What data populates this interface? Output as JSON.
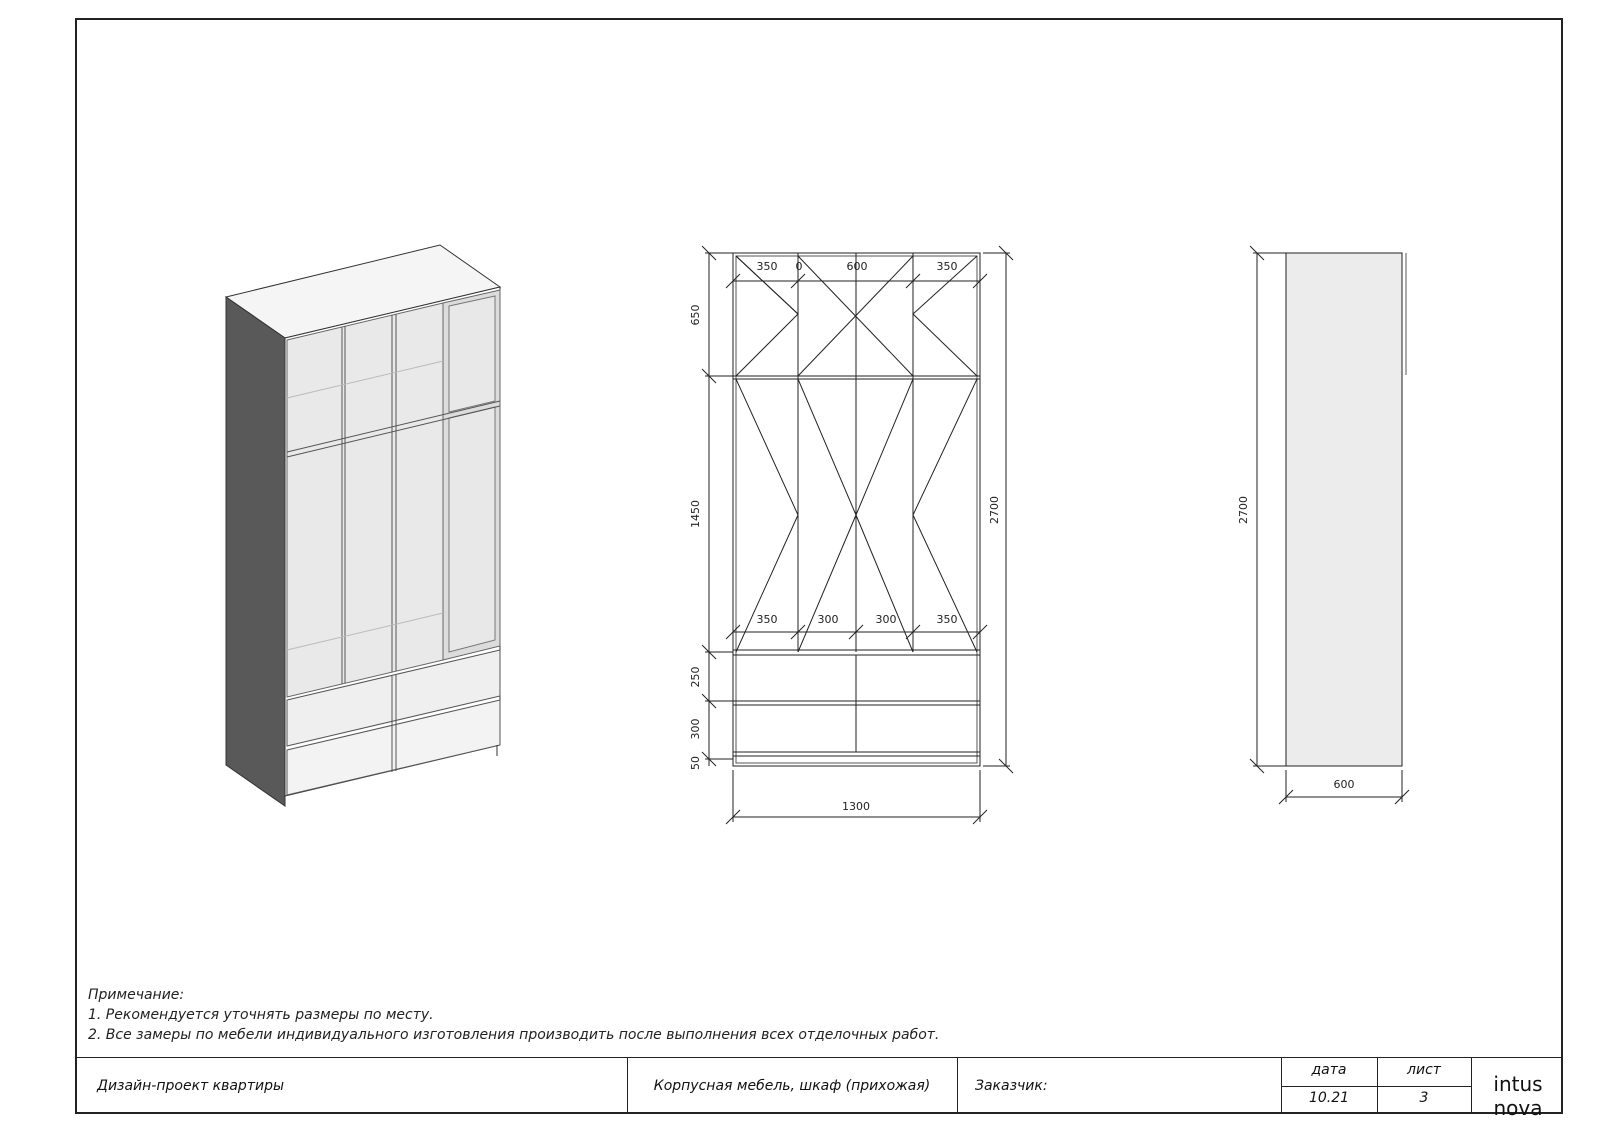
{
  "dimensions": {
    "front": {
      "top_widths": [
        "350",
        "0",
        "600",
        "350"
      ],
      "bottom_widths": [
        "350",
        "300",
        "300",
        "350"
      ],
      "heights": [
        "650",
        "1450",
        "250",
        "300",
        "50"
      ],
      "total_height": "2700",
      "total_width": "1300"
    },
    "side": {
      "height": "2700",
      "depth": "600"
    }
  },
  "notes": {
    "title": "Примечание:",
    "items": [
      "1. Рекомендуется уточнять размеры по месту.",
      "2. Все замеры по мебели индивидуального изготовления производить после выполнения всех отделочных работ."
    ]
  },
  "title_block": {
    "project": "Дизайн-проект квартиры",
    "subject": "Корпусная мебель, шкаф (прихожая)",
    "customer_label": "Заказчик:",
    "date_label": "дата",
    "date_value": "10.21",
    "sheet_label": "лист",
    "sheet_value": "3",
    "brand": "intus nova"
  }
}
